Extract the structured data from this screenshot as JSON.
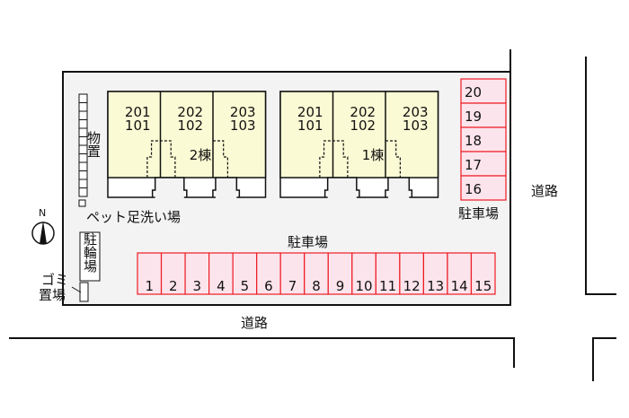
{
  "buildings": [
    {
      "name": "2棟",
      "units": [
        [
          "201",
          "101"
        ],
        [
          "202",
          "102"
        ],
        [
          "203",
          "103"
        ]
      ]
    },
    {
      "name": "1棟",
      "units": [
        [
          "201",
          "101"
        ],
        [
          "202",
          "102"
        ],
        [
          "203",
          "103"
        ]
      ]
    }
  ],
  "labels": {
    "storage": "物置",
    "pet_wash": "ペット足洗い場",
    "bicycle_parking": "駐輪場",
    "garbage_line1": "ゴミ",
    "garbage_line2": "置場",
    "parking_bottom": "駐車場",
    "parking_right": "駐車場",
    "road_bottom": "道路",
    "road_right": "道路",
    "north": "N"
  },
  "parking_bottom_spots": [
    "1",
    "2",
    "3",
    "4",
    "5",
    "6",
    "7",
    "8",
    "9",
    "10",
    "11",
    "12",
    "13",
    "14",
    "15"
  ],
  "parking_right_spots": [
    "20",
    "19",
    "18",
    "17",
    "16"
  ],
  "colors": {
    "site": "#f3f3f3",
    "building": "#fafad4",
    "parking_fill": "#fce4ec",
    "parking_stroke": "#ee1c24"
  }
}
